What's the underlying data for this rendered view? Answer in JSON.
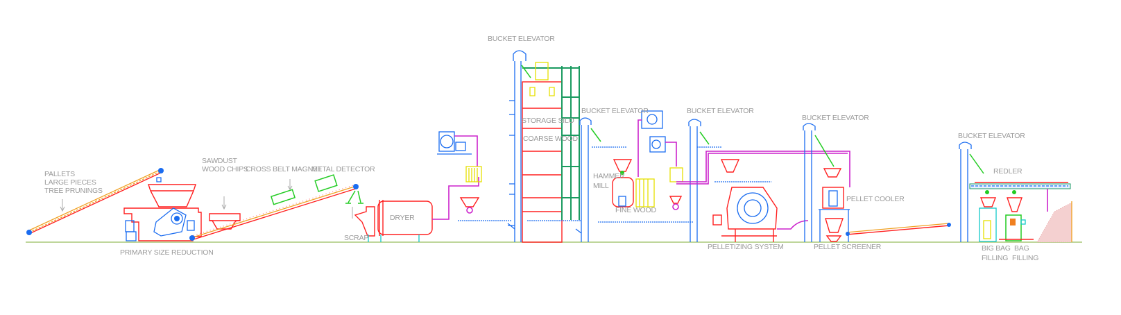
{
  "diagram": {
    "title": "Wood pellet production line",
    "labels": {
      "feed_1": "PALLETS",
      "feed_2": "LARGE PIECES",
      "feed_3": "TREE PRUNINGS",
      "primary_size_reduction": "PRIMARY SIZE REDUCTION",
      "sawdust": "SAWDUST",
      "wood_chips": "WOOD CHIPS",
      "cross_belt_magnet": "CROSS BELT MAGNET",
      "metal_detector": "METAL DETECTOR",
      "scrap": "SCRAP",
      "dryer": "DRYER",
      "bucket_elevator_1": "BUCKET ELEVATOR",
      "storage_silo": "STORAGE SILO",
      "coarse_wood": "COARSE WOOD",
      "bucket_elevator_2": "BUCKET ELEVATOR",
      "hammer": "HAMMER",
      "mill": "MILL",
      "fine_wood": "FINE WOOD",
      "bucket_elevator_3": "BUCKET ELEVATOR",
      "pelletizing_system": "PELLETIZING SYSTEM",
      "bucket_elevator_4": "BUCKET ELEVATOR",
      "pellet_cooler": "PELLET COOLER",
      "pellet_screener": "PELLET SCREENER",
      "bucket_elevator_5": "BUCKET ELEVATOR",
      "redler": "REDLER",
      "big_bag": "BIG BAG",
      "big_bag_filling": "FILLING",
      "bag": "BAG",
      "bag_filling": "FILLING"
    },
    "colors": {
      "ground": "#a8c878",
      "label": "#9a9a9a",
      "structure": "#ff2020",
      "equipment": "#1a6cf0",
      "chute": "#22cc22",
      "pipe": "#cc22cc",
      "cyclone": "#e6e000"
    }
  }
}
